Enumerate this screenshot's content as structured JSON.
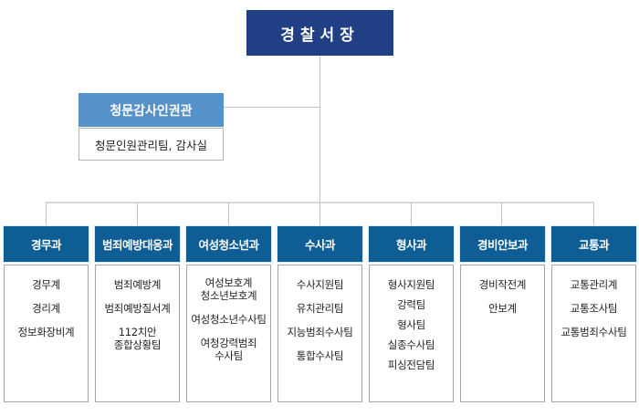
{
  "chief": {
    "label": "경찰서장"
  },
  "audit": {
    "title": "청문감사인권관",
    "content": "청문인원관리팀, 감사실"
  },
  "departments": [
    {
      "name": "경무과",
      "teams": [
        "경무계",
        "경리계",
        "정보화장비계"
      ]
    },
    {
      "name": "범죄예방대응과",
      "teams": [
        "범죄예방계",
        "범죄예방질서계",
        "112치안\n종합상황팀"
      ]
    },
    {
      "name": "여성청소년과",
      "teams": [
        "여성보호계\n청소년보호계",
        "여성청소년수사팀",
        "여청강력범죄\n수사팀"
      ]
    },
    {
      "name": "수사과",
      "teams": [
        "수사지원팀",
        "유치관리팀",
        "지능범죄수사팀",
        "통합수사팀"
      ]
    },
    {
      "name": "형사과",
      "teams": [
        "형사지원팀",
        "강력팀",
        "형사팀",
        "실종수사팀",
        "피싱전담팀"
      ]
    },
    {
      "name": "경비안보과",
      "teams": [
        "경비작전계",
        "안보계"
      ]
    },
    {
      "name": "교통과",
      "teams": [
        "교통관리계",
        "교통조사팀",
        "교통범죄수사팀"
      ]
    }
  ],
  "colors": {
    "chief_bg": "#203f85",
    "audit_bg": "#5791c9",
    "dept_bg": "#0f5d95",
    "line": "#c4c4c4"
  }
}
